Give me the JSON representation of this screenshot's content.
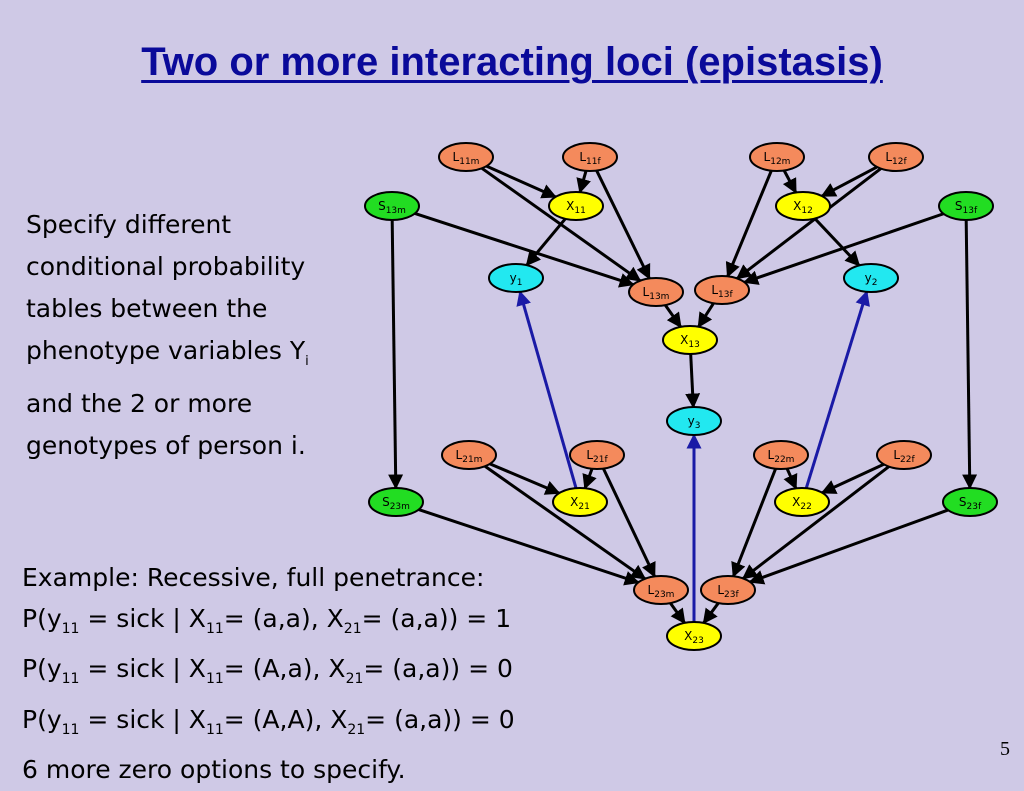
{
  "title": "Two or more interacting loci (epistasis)",
  "specify": {
    "line1": "Specify different",
    "line2": "conditional probability",
    "line3": "tables between the",
    "line4_main": "phenotype variables Y",
    "line4_sub": "i",
    "line5": "and the 2 or more",
    "line6": "genotypes of person i."
  },
  "example": {
    "line1": "Example: Recessive, full penetrance:",
    "rules": [
      {
        "a": "P(y",
        "s1": "11",
        "b": " = sick | X",
        "s2": "11",
        "c": "= (a,a), X",
        "s3": "21",
        "d": "= (a,a)) = 1"
      },
      {
        "a": "P(y",
        "s1": "11",
        "b": " = sick | X",
        "s2": "11",
        "c": "= (A,a), X",
        "s3": "21",
        "d": "= (a,a)) = 0"
      },
      {
        "a": "P(y",
        "s1": "11",
        "b": " = sick | X",
        "s2": "11",
        "c": "= (A,A), X",
        "s3": "21",
        "d": "= (a,a)) = 0"
      }
    ],
    "line5": "6 more zero options to specify."
  },
  "page_number": "5",
  "colors": {
    "background": "#cfc9e6",
    "title": "#0a0a9a",
    "locus_node": "#f48a5c",
    "genotype_node": "#ffff00",
    "phenotype_node": "#22e8f0",
    "selector_node": "#22dd22",
    "phenotype_edge": "#1a1aa6"
  },
  "diagram": {
    "nodes": [
      {
        "id": "L11m",
        "main": "L",
        "sub": "11m",
        "kind": "locus"
      },
      {
        "id": "L11f",
        "main": "L",
        "sub": "11f",
        "kind": "locus"
      },
      {
        "id": "L12m",
        "main": "L",
        "sub": "12m",
        "kind": "locus"
      },
      {
        "id": "L12f",
        "main": "L",
        "sub": "12f",
        "kind": "locus"
      },
      {
        "id": "S13m",
        "main": "S",
        "sub": "13m",
        "kind": "selector"
      },
      {
        "id": "X11",
        "main": "X",
        "sub": "11",
        "kind": "genotype"
      },
      {
        "id": "X12",
        "main": "X",
        "sub": "12",
        "kind": "genotype"
      },
      {
        "id": "S13f",
        "main": "S",
        "sub": "13f",
        "kind": "selector"
      },
      {
        "id": "y1",
        "main": "y",
        "sub": "1",
        "kind": "phenotype"
      },
      {
        "id": "L13m",
        "main": "L",
        "sub": "13m",
        "kind": "locus"
      },
      {
        "id": "L13f",
        "main": "L",
        "sub": "13f",
        "kind": "locus"
      },
      {
        "id": "y2",
        "main": "y",
        "sub": "2",
        "kind": "phenotype"
      },
      {
        "id": "X13",
        "main": "X",
        "sub": "13",
        "kind": "genotype"
      },
      {
        "id": "y3",
        "main": "y",
        "sub": "3",
        "kind": "phenotype"
      },
      {
        "id": "L21m",
        "main": "L",
        "sub": "21m",
        "kind": "locus"
      },
      {
        "id": "L21f",
        "main": "L",
        "sub": "21f",
        "kind": "locus"
      },
      {
        "id": "L22m",
        "main": "L",
        "sub": "22m",
        "kind": "locus"
      },
      {
        "id": "L22f",
        "main": "L",
        "sub": "22f",
        "kind": "locus"
      },
      {
        "id": "S23m",
        "main": "S",
        "sub": "23m",
        "kind": "selector"
      },
      {
        "id": "X21",
        "main": "X",
        "sub": "21",
        "kind": "genotype"
      },
      {
        "id": "X22",
        "main": "X",
        "sub": "22",
        "kind": "genotype"
      },
      {
        "id": "S23f",
        "main": "S",
        "sub": "23f",
        "kind": "selector"
      },
      {
        "id": "L23m",
        "main": "L",
        "sub": "23m",
        "kind": "locus"
      },
      {
        "id": "L23f",
        "main": "L",
        "sub": "23f",
        "kind": "locus"
      },
      {
        "id": "X23",
        "main": "X",
        "sub": "23",
        "kind": "genotype"
      }
    ],
    "edges": [
      {
        "from": "L11m",
        "to": "X11",
        "kind": "black"
      },
      {
        "from": "L11f",
        "to": "X11",
        "kind": "black"
      },
      {
        "from": "L11m",
        "to": "L13m",
        "kind": "black"
      },
      {
        "from": "L11f",
        "to": "L13m",
        "kind": "black"
      },
      {
        "from": "S13m",
        "to": "L13m",
        "kind": "black"
      },
      {
        "from": "X11",
        "to": "y1",
        "kind": "black"
      },
      {
        "from": "L12m",
        "to": "X12",
        "kind": "black"
      },
      {
        "from": "L12f",
        "to": "X12",
        "kind": "black"
      },
      {
        "from": "L12m",
        "to": "L13f",
        "kind": "black"
      },
      {
        "from": "L12f",
        "to": "L13f",
        "kind": "black"
      },
      {
        "from": "S13f",
        "to": "L13f",
        "kind": "black"
      },
      {
        "from": "X12",
        "to": "y2",
        "kind": "black"
      },
      {
        "from": "L13m",
        "to": "X13",
        "kind": "black"
      },
      {
        "from": "L13f",
        "to": "X13",
        "kind": "black"
      },
      {
        "from": "X13",
        "to": "y3",
        "kind": "black"
      },
      {
        "from": "S13m",
        "to": "S23m",
        "kind": "black"
      },
      {
        "from": "S13f",
        "to": "S23f",
        "kind": "black"
      },
      {
        "from": "L21m",
        "to": "X21",
        "kind": "black"
      },
      {
        "from": "L21f",
        "to": "X21",
        "kind": "black"
      },
      {
        "from": "L21m",
        "to": "L23m",
        "kind": "black"
      },
      {
        "from": "L21f",
        "to": "L23m",
        "kind": "black"
      },
      {
        "from": "S23m",
        "to": "L23m",
        "kind": "black"
      },
      {
        "from": "L22m",
        "to": "X22",
        "kind": "black"
      },
      {
        "from": "L22f",
        "to": "X22",
        "kind": "black"
      },
      {
        "from": "L22m",
        "to": "L23f",
        "kind": "black"
      },
      {
        "from": "L22f",
        "to": "L23f",
        "kind": "black"
      },
      {
        "from": "S23f",
        "to": "L23f",
        "kind": "black"
      },
      {
        "from": "L23m",
        "to": "X23",
        "kind": "black"
      },
      {
        "from": "L23f",
        "to": "X23",
        "kind": "black"
      },
      {
        "from": "X21",
        "to": "y1",
        "kind": "blue"
      },
      {
        "from": "X22",
        "to": "y2",
        "kind": "blue"
      },
      {
        "from": "X23",
        "to": "y3",
        "kind": "blue"
      }
    ]
  }
}
